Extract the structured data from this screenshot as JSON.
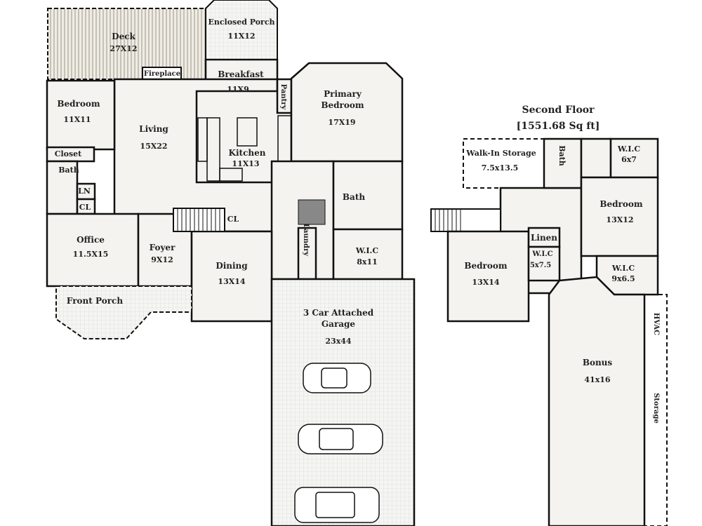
{
  "second_floor": {
    "title": "Second Floor",
    "area": "[1551.68 Sq ft]"
  },
  "first_floor": {
    "rooms": [
      {
        "name": "Deck",
        "dim": "27X12"
      },
      {
        "name": "Enclosed Porch",
        "dim": "11X12"
      },
      {
        "name": "Breakfast",
        "dim": "11X9"
      },
      {
        "name": "Bedroom",
        "dim": "11X11"
      },
      {
        "name": "Living",
        "dim": "15X22"
      },
      {
        "name": "Kitchen",
        "dim": "11X13"
      },
      {
        "name": "Primary Bedroom",
        "dim": "17X19"
      },
      {
        "name": "Office",
        "dim": "11.5X15"
      },
      {
        "name": "Foyer",
        "dim": "9X12"
      },
      {
        "name": "Dining",
        "dim": "13X14"
      },
      {
        "name": "W.I.C",
        "dim": "8x11"
      },
      {
        "name": "3 Car Attached Garage",
        "dim": "23x44"
      }
    ],
    "small_labels": {
      "fireplace": "Fireplace",
      "pantry": "Pantry",
      "closet": "Closet",
      "bath": "Bath",
      "ln": "LN",
      "cl1": "CL",
      "cl2": "CL",
      "primary_bath": "Bath",
      "laundry": "Laundry",
      "front_porch": "Front Porch"
    }
  },
  "second_floor_rooms": {
    "storage": {
      "name": "Walk-In Storage",
      "dim": "7.5x13.5"
    },
    "bath": "Bath",
    "wic1": {
      "name": "W.I.C",
      "dim": "6x7"
    },
    "bedroom1": {
      "name": "Bedroom",
      "dim": "13X12"
    },
    "linen": "Linen",
    "wic2": {
      "name": "W.I.C",
      "dim": "5x7.5"
    },
    "bedroom2": {
      "name": "Bedroom",
      "dim": "13X14"
    },
    "wic3": {
      "name": "W.I.C",
      "dim": "9x6.5"
    },
    "bonus": {
      "name": "Bonus",
      "dim": "41x16"
    },
    "hvac": "HVAC",
    "attic_storage": "Storage"
  }
}
